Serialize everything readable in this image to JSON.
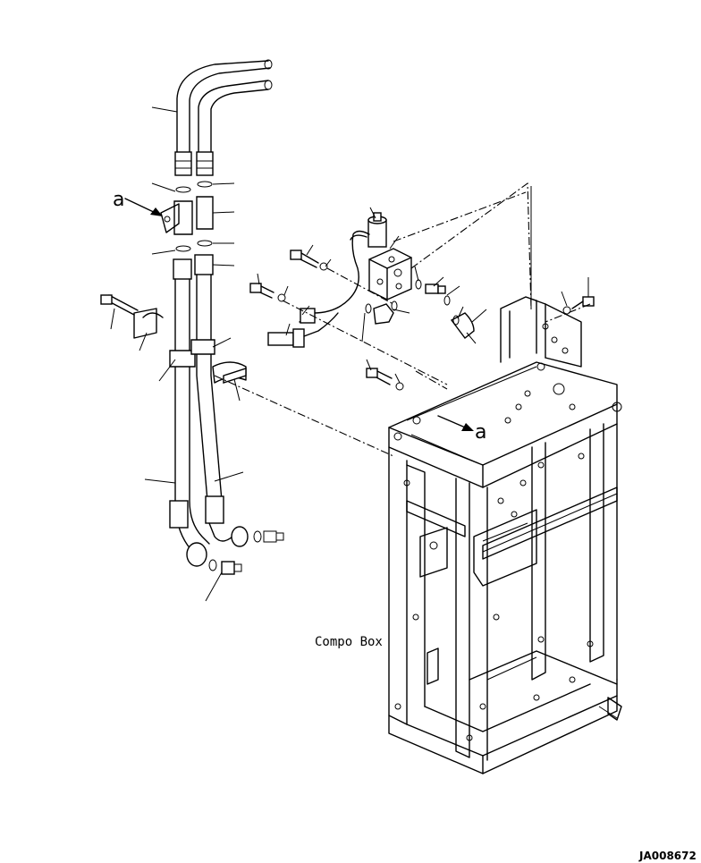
{
  "labels": {
    "a_left": "a",
    "a_right": "a",
    "compo_box": "Compo Box",
    "drawing_ref": "JA008672"
  },
  "icons": [
    "arrow-icon"
  ]
}
